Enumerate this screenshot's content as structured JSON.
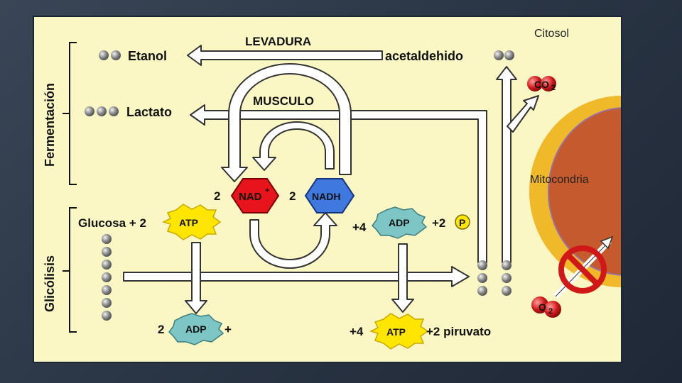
{
  "diagram": {
    "sections": {
      "fermentation": "Fermentación",
      "glycolysis": "Glicólisis"
    },
    "labels": {
      "cytosol": "Citosol",
      "mitochondria": "Mitocondria",
      "yeast": "LEVADURA",
      "muscle": "MUSCULO",
      "ethanol": "Etanol",
      "lactate": "Lactato",
      "acetaldehyde": "acetaldehido",
      "glucose": "Glucosa + 2",
      "nad_coef": "2",
      "nadh_coef": "2",
      "adp_out_coef": "2",
      "adp_out_plus": "+",
      "adp_in_coef": "+4",
      "p_coef": "+2",
      "atp_out_coef": "+4",
      "pyruvate": "+2 piruvato"
    },
    "badges": {
      "atp": "ATP",
      "adp": "ADP",
      "nad_main": "NAD",
      "nad_sup": "+",
      "nadh": "NADH",
      "phosphate": "P"
    },
    "molecules": {
      "co2_main": "CO",
      "co2_sub": "2",
      "o2_main": "O",
      "o2_sub": "2"
    },
    "colors": {
      "panel": "#fbf7c4",
      "atp": "#ffe600",
      "adp": "#7ec6c6",
      "nad": "#e8141c",
      "nadh": "#3f79e0",
      "mito_outer": "#f0b92a",
      "mito_inner": "#c55a2c",
      "dot": "#888888",
      "forbid": "#d01818"
    }
  }
}
